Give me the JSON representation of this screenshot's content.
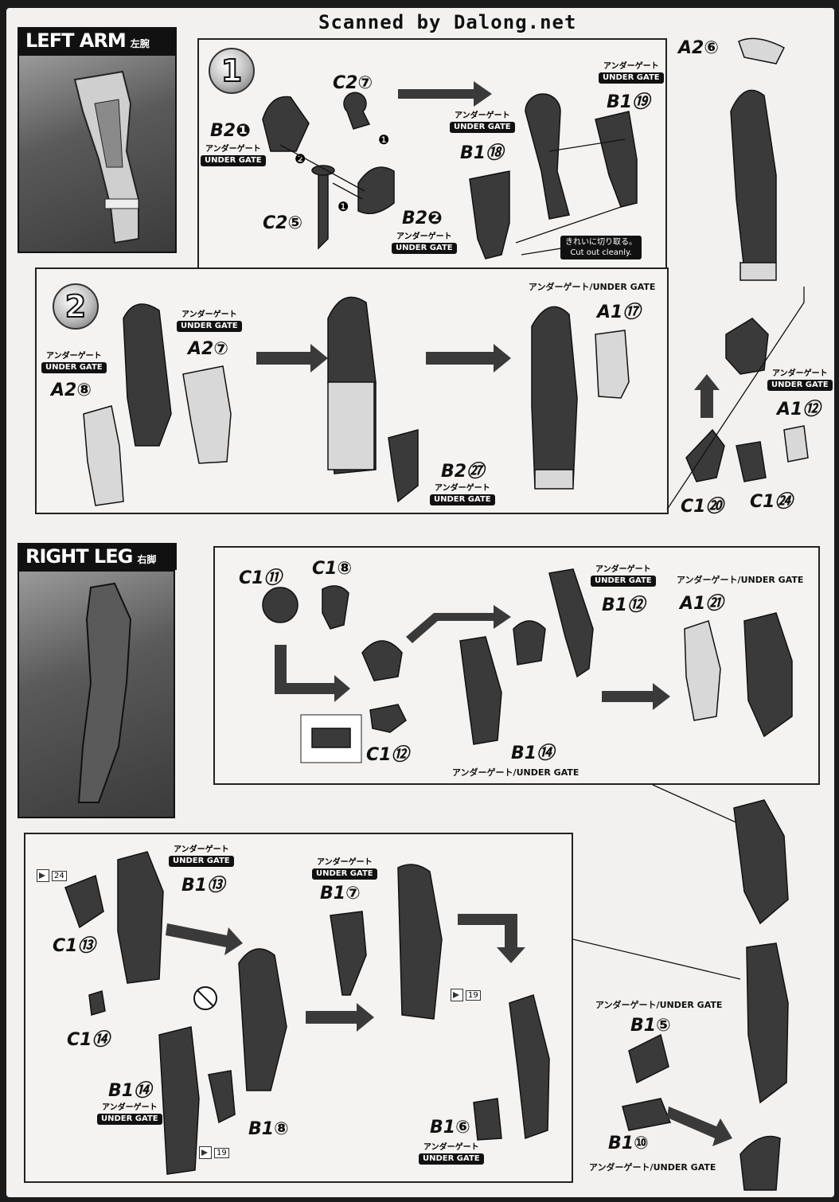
{
  "watermark": "Scanned by Dalong.net",
  "left_arm": {
    "title_en": "LEFT ARM",
    "title_jp": "左腕",
    "step1": {
      "number": "1",
      "labels": [
        "C2⑦",
        "B2❶",
        "C2⑤",
        "B2❷",
        "B1⑱",
        "B1⑲",
        "A2⑥"
      ],
      "cut_note_jp": "きれいに切り取る。",
      "cut_note_en": "Cut out cleanly."
    },
    "step2": {
      "number": "2",
      "labels": [
        "A2⑧",
        "A2⑦",
        "B2㉗",
        "A1⑰",
        "A1⑫",
        "C1⑳",
        "C1㉔"
      ]
    }
  },
  "right_leg": {
    "title_en": "RIGHT LEG",
    "title_jp": "右脚",
    "upper_labels": [
      "C1⑪",
      "C1⑧",
      "C1⑫",
      "B1⑫",
      "B1⑭",
      "A1㉑"
    ],
    "lower_labels": [
      "C1⑬",
      "B1⑬",
      "C1⑭",
      "B1⑭",
      "B1⑧",
      "B1⑦",
      "B1⑥",
      "B1⑤",
      "B1⑩"
    ],
    "refs": [
      "24",
      "19",
      "19"
    ]
  },
  "gate": {
    "jp": "アンダーゲート",
    "en": "UNDER GATE",
    "combined": "アンダーゲート/UNDER GATE"
  },
  "step_markers": [
    "❶",
    "❷",
    "❶"
  ]
}
